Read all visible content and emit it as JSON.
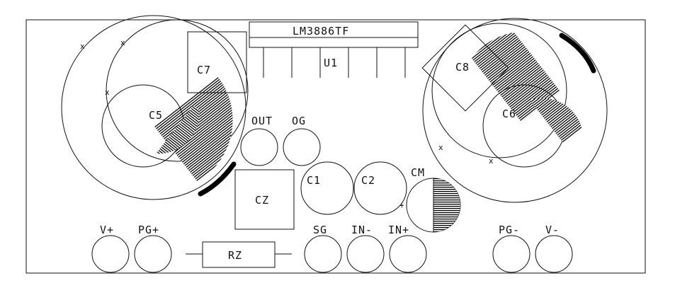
{
  "colors": {
    "silkscreen": "#111111",
    "hatch": "#000000",
    "board_bg": "#ffffff"
  },
  "labels": {
    "ic": "LM3886TF",
    "u1": "U1",
    "c5": "C5",
    "c6": "C6",
    "c7": "C7",
    "c8": "C8",
    "out": "OUT",
    "og": "OG",
    "c1": "C1",
    "c2": "C2",
    "cm": "CM",
    "cz": "CZ",
    "rz": "RZ",
    "vplus": "V+",
    "pgplus": "PG+",
    "sg": "SG",
    "inminus": "IN-",
    "inplus": "IN+",
    "pgminus": "PG-",
    "vminus": "V-"
  },
  "marks": {
    "pin1": "x",
    "plus": "+"
  }
}
